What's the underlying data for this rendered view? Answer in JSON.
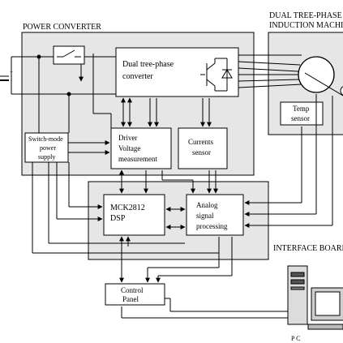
{
  "regions": {
    "power_converter": "POWER CONVERTER",
    "machine": [
      "DUAL TREE-PHASE",
      "INDUCTION MACHINE"
    ],
    "interface_board": "INTERFACE BOARD"
  },
  "blocks": {
    "converter": [
      "Dual tree-phase",
      "converter"
    ],
    "driver": [
      "Driver",
      "Voltage",
      "measurement"
    ],
    "currents": [
      "Currents",
      "sensor"
    ],
    "psu": [
      "Switch-mode",
      "power",
      "supply"
    ],
    "dsp": [
      "MCK2812",
      "DSP"
    ],
    "analog": [
      "Analog",
      "signal",
      "processing"
    ],
    "temp": [
      "Temp",
      "sensor"
    ],
    "control": [
      "Control",
      "Panel"
    ],
    "pc": "P C"
  },
  "battery_sign": "+"
}
